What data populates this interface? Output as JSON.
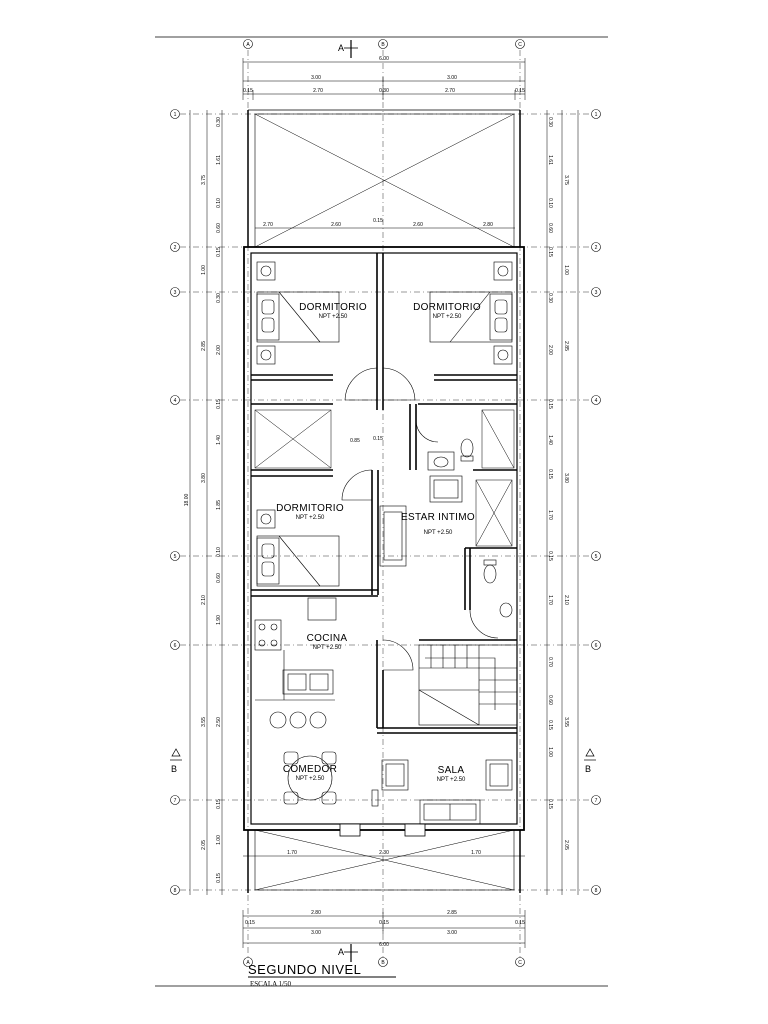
{
  "plan": {
    "title": "SEGUNDO NIVEL",
    "scale": "ESCALA 1/50",
    "section_marks": [
      "A",
      "B"
    ],
    "axes_vertical": [
      "A",
      "B",
      "C"
    ],
    "axes_horizontal": [
      "1",
      "2",
      "3",
      "4",
      "5",
      "6",
      "7",
      "8"
    ]
  },
  "rooms": [
    {
      "name": "DORMITORIO",
      "level": "NPT +2.50"
    },
    {
      "name": "DORMITORIO",
      "level": "NPT +2.50"
    },
    {
      "name": "DORMITORIO",
      "level": "NPT +2.50"
    },
    {
      "name": "ESTAR INTIMO",
      "level": "NPT +2.50"
    },
    {
      "name": "COCINA",
      "level": "NPT +2.50"
    },
    {
      "name": "COMEDOR",
      "level": "NPT +2.50"
    },
    {
      "name": "SALA",
      "level": "NPT +2.50"
    }
  ],
  "dims": {
    "top_total": "6.00",
    "top_half_a": "3.00",
    "top_half_b": "3.00",
    "top_inner_a": "2.70",
    "top_inner_b": "2.70",
    "top_wall_a": "0.15",
    "top_wall_mid": "0.30",
    "top_wall_b": "0.15",
    "interior_a": "2.70",
    "interior_b": "2.60",
    "interior_mid": "0.15",
    "interior_c": "2.60",
    "interior_d": "2.80",
    "corridor_a": "0.85",
    "corridor_b": "0.15",
    "bottom_interior_a": "1.70",
    "bottom_interior_b": "2.30",
    "bottom_interior_c": "1.70",
    "bottom_a": "2.80",
    "bottom_b": "2.85",
    "bottom_half_a": "3.00",
    "bottom_half_b": "3.00",
    "bottom_total": "6.00",
    "bottom_wall_a": "0.15",
    "bottom_wall_mid": "0.15",
    "bottom_wall_b": "0.15",
    "overall_height": "18.00",
    "left_segments": [
      "3.75",
      "1.00",
      "2.85",
      "3.80",
      "2.10",
      "3.55",
      "2.05"
    ],
    "right_segments": [
      "3.75",
      "1.00",
      "2.85",
      "3.80",
      "2.10",
      "3.55",
      "2.05"
    ],
    "left_inner": [
      "0.30",
      "1.61",
      "0.10",
      "0.60",
      "0.15",
      "0.30",
      "2.00",
      "0.15",
      "1.40",
      "1.85",
      "0.10",
      "0.60",
      "1.90",
      "2.50",
      "0.15",
      "1.00",
      "0.15"
    ],
    "right_inner": [
      "0.30",
      "1.61",
      "0.10",
      "0.60",
      "0.15",
      "0.30",
      "2.00",
      "0.15",
      "1.40",
      "0.15",
      "1.70",
      "0.15",
      "1.70",
      "0.70",
      "0.60",
      "0.15",
      "1.00",
      "0.15"
    ]
  }
}
